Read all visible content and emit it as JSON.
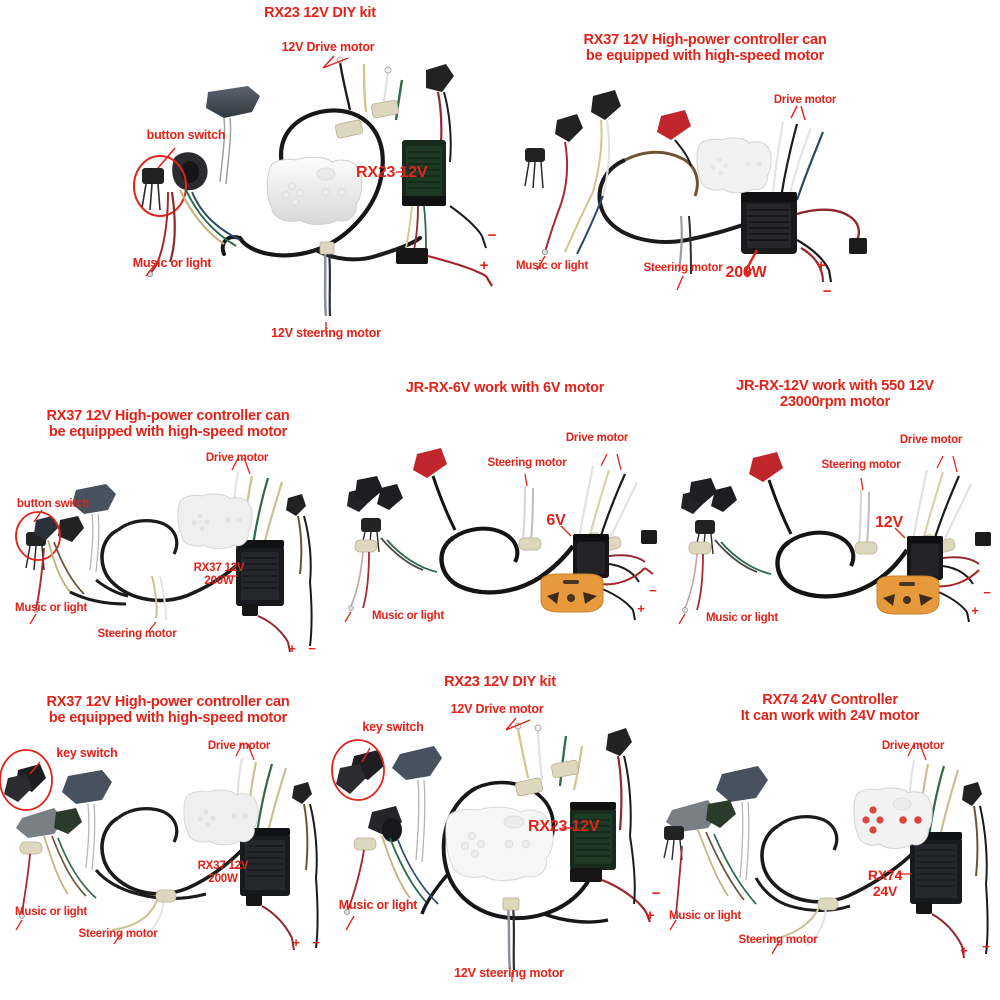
{
  "image": {
    "kind": "product-collage",
    "background": "#ffffff",
    "accent_red": "#e2231a",
    "columns": 3,
    "rows": 3
  },
  "panels": [
    {
      "id": "p1",
      "title": "RX23 12V DIY kit",
      "labels": {
        "drive_motor": "12V Drive motor",
        "button_switch": "button switch",
        "music_or_light": "Music or light",
        "steering_motor": "12V steering motor",
        "controller": "RX23  12V",
        "plus": "+",
        "minus": "−"
      },
      "remote_color": "#f1f1f1",
      "remote_button_color": "#e9e9e9"
    },
    {
      "id": "p2",
      "title": "RX37 12V High-power controller can\nbe equipped with high-speed motor",
      "labels": {
        "drive_motor": "Drive motor",
        "music_or_light": "Music or light",
        "steering_motor": "Steering motor",
        "controller": "200W",
        "plus": "+",
        "minus": "−"
      },
      "remote_color": "#f1f1f1",
      "remote_button_color": "#e4e4e4"
    },
    {
      "id": "p3",
      "title": "RX37 12V High-power controller can\nbe equipped with high-speed motor",
      "labels": {
        "drive_motor": "Drive motor",
        "button_switch": "button switch",
        "music_or_light": "Music or light",
        "steering_motor": "Steering motor",
        "controller": "RX37 12V\n200W",
        "plus": "+",
        "minus": "−"
      },
      "remote_color": "#eeeeee",
      "remote_button_color": "#e0e0e0"
    },
    {
      "id": "p4",
      "title": "JR-RX-6V work with 6V motor",
      "labels": {
        "drive_motor": "Drive motor",
        "music_or_light": "Music or light",
        "steering_motor": "Steering motor",
        "controller": "6V",
        "plus": "+",
        "minus": "−"
      },
      "remote_color": "#e79a3c",
      "remote_button_color": "#3a2a22"
    },
    {
      "id": "p5",
      "title": "JR-RX-12V work with 550 12V\n23000rpm motor",
      "labels": {
        "drive_motor": "Drive motor",
        "music_or_light": "Music or light",
        "steering_motor": "Steering motor",
        "controller": "12V",
        "plus": "+",
        "minus": "−"
      },
      "remote_color": "#e79a3c",
      "remote_button_color": "#3a2a22"
    },
    {
      "id": "p6",
      "title": "RX37 12V High-power controller can\nbe equipped with high-speed motor",
      "labels": {
        "drive_motor": "Drive motor",
        "key_switch": "key switch",
        "music_or_light": "Music or light",
        "steering_motor": "Steering motor",
        "controller": "RX37 12V\n200W",
        "plus": "+",
        "minus": "−"
      },
      "remote_color": "#eeeeee",
      "remote_button_color": "#e0e0e0"
    },
    {
      "id": "p7",
      "title": "RX23 12V DIY kit",
      "labels": {
        "drive_motor": "12V Drive motor",
        "key_switch": "key switch",
        "music_or_light": "Music or light",
        "steering_motor": "12V steering motor",
        "controller": "RX23  12V",
        "plus": "+",
        "minus": "−"
      },
      "remote_color": "#f4f4f4",
      "remote_button_color": "#e8e8e8"
    },
    {
      "id": "p8",
      "title": "RX74  24V Controller\nIt can work with 24V motor",
      "labels": {
        "drive_motor": "Drive motor",
        "music_or_light": "Music or light",
        "steering_motor": "Steering motor",
        "controller": "RX74\n24V",
        "plus": "+",
        "minus": "−"
      },
      "remote_color": "#f0f0f0",
      "remote_button_color": "#d8463c"
    }
  ],
  "palette": {
    "wire_black": "#1b1b1b",
    "wire_red": "#a2252a",
    "wire_yellow": "#d6cf8a",
    "wire_green": "#2e6b4f",
    "wire_white": "#e8e8e8",
    "wire_blue": "#2f4a68",
    "wire_brown": "#6d5438",
    "connector_beige": "#d9d2b8",
    "connector_red": "#c0262b",
    "pcb_green": "#20402a",
    "pcb_dark": "#1c1c1c"
  }
}
